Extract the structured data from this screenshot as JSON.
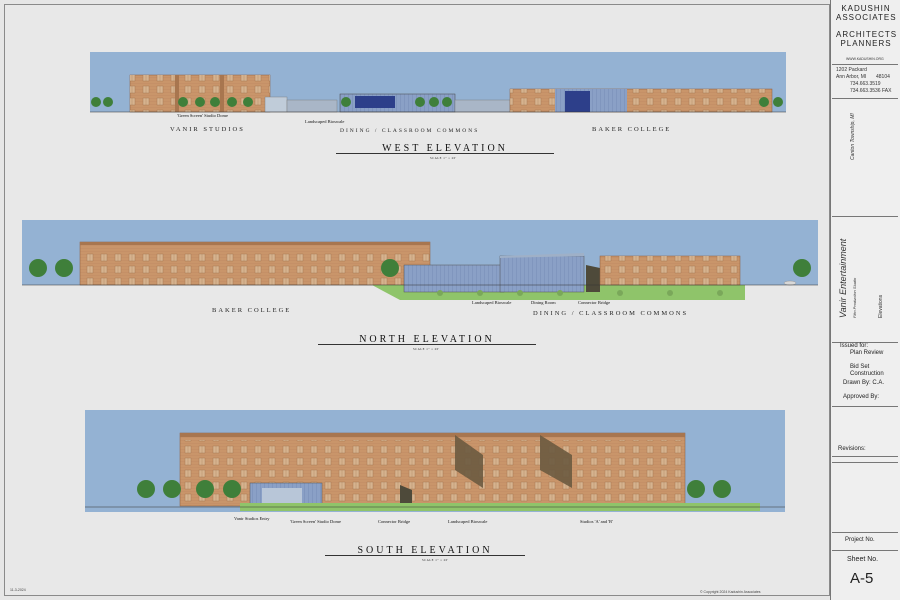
{
  "firm": {
    "name": "KADUSHIN ASSOCIATES",
    "line1": "KADUSHIN",
    "line2": "ASSOCIATES",
    "subtitle1": "ARCHITECTS",
    "subtitle2": "PLANNERS",
    "website": "WWW.KADUSHIN.ORG",
    "address_line1": "1202 Packard",
    "address_line2": "Ann Arbor, MI",
    "zip": "48104",
    "phone": "734.663.3519",
    "fax_number": "734.663.3536",
    "fax_label": "FAX"
  },
  "project": {
    "location": "Canton Township, MI",
    "client": "Vanir Entertainment",
    "client_sub": "Film Production Studio",
    "sheet_title": "Elevations"
  },
  "issue": {
    "issued_for_label": "Issued for:",
    "plan_review": "Plan Review",
    "bid_set": "Bid Set",
    "construction": "Construction",
    "drawn_by": "Drawn By: C.A.",
    "approved_by": "Approved By:",
    "revisions": "Revisions:",
    "project_no": "Project No.",
    "sheet_no": "Sheet No.",
    "sheet_value": "A-5"
  },
  "footer": {
    "date": "11-3-2024",
    "copyright": "© Copyright 2024 Kadushin Associates"
  },
  "west": {
    "title": "WEST ELEVATION",
    "scale": "SCALE 1\" = 20'",
    "vanir": "VANIR STUDIOS",
    "dining": "DINING / CLASSROOM COMMONS",
    "baker": "BAKER COLLEGE",
    "green_screen": "'Green Screen' Studio Dome",
    "bioswale": "Landscaped Bioswale"
  },
  "north": {
    "title": "NORTH ELEVATION",
    "scale": "SCALE 1\" = 20'",
    "baker": "BAKER COLLEGE",
    "dining": "DINING / CLASSROOM COMMONS",
    "bioswale": "Landscaped Bioswale",
    "dining_room": "Dining Room",
    "bridge": "Connector Bridge"
  },
  "south": {
    "title": "SOUTH ELEVATION",
    "scale": "SCALE 1\" = 20'",
    "entry": "Vanir Studios Entry",
    "dome": "'Green Screen' Studio Dome",
    "bridge": "Connector Bridge",
    "bioswale": "Landscaped Bioswale",
    "studios": "Studios 'A' and 'B'"
  },
  "colors": {
    "sky": "#94b2d3",
    "brick": "#c9956a",
    "brick_dark": "#b57e55",
    "glass": "#7f97c0",
    "glass_dark": "#2d3f8a",
    "tree": "#3f7f3a",
    "grass": "#8fc46a"
  }
}
